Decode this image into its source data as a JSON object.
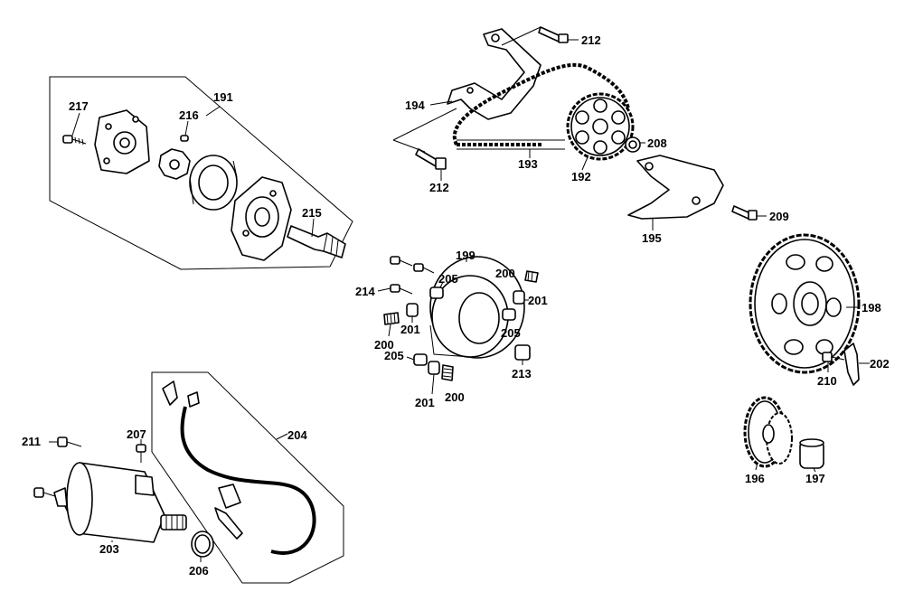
{
  "callouts": {
    "c191": "191",
    "c192": "192",
    "c193": "193",
    "c194": "194",
    "c195": "195",
    "c196": "196",
    "c197": "197",
    "c198": "198",
    "c199": "199",
    "c200a": "200",
    "c200b": "200",
    "c200c": "200",
    "c201a": "201",
    "c201b": "201",
    "c201c": "201",
    "c202": "202",
    "c203": "203",
    "c204": "204",
    "c205a": "205",
    "c205b": "205",
    "c205c": "205",
    "c206": "206",
    "c207": "207",
    "c208": "208",
    "c209": "209",
    "c210": "210",
    "c211": "211",
    "c212a": "212",
    "c212b": "212",
    "c213": "213",
    "c214": "214",
    "c215": "215",
    "c216": "216",
    "c217": "217"
  },
  "colors": {
    "line": "#000000",
    "background": "#ffffff"
  }
}
